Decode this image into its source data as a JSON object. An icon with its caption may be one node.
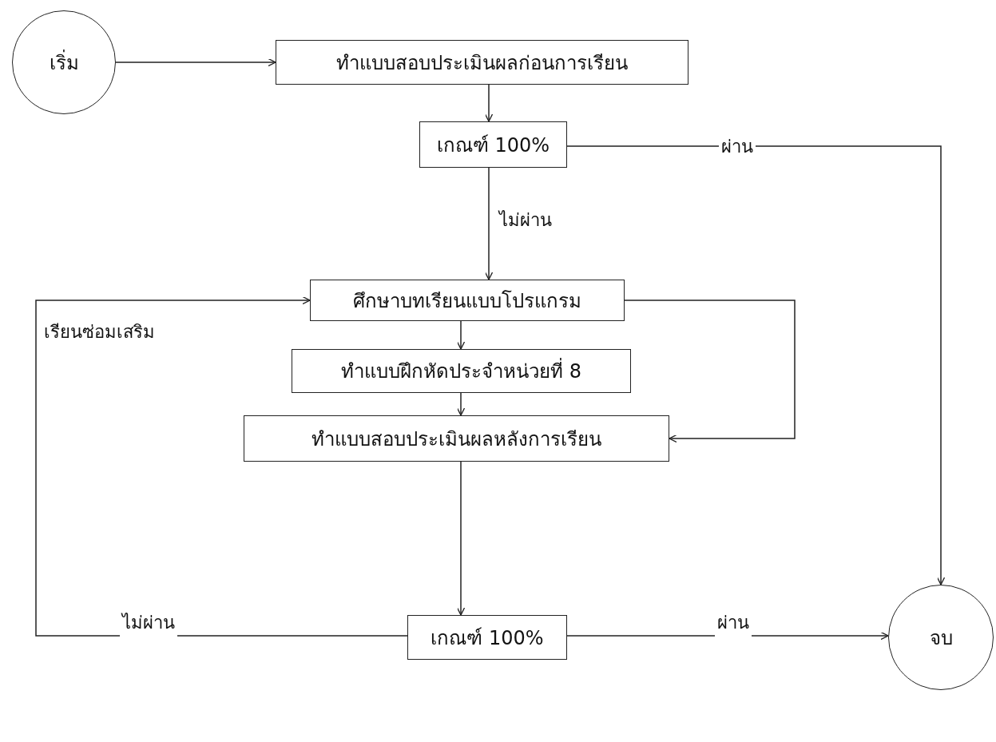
{
  "diagram": {
    "nodes": [
      {
        "text": [
          "เริ่ม"
        ]
      },
      {
        "text": [
          "ทำแบบสอบประเมินผลก่อนการเรียน"
        ]
      },
      {
        "text": [
          "เกณฑ์ 100%"
        ]
      },
      {
        "text": [
          "ศึกษาบทเรียนแบบโปรแกรม"
        ]
      },
      {
        "text": [
          "ทำแบบฝึกหัดประจำหน่วยที่ 8"
        ]
      },
      {
        "text": [
          "ทำแบบสอบประเมินผลหลังการเรียน"
        ]
      },
      {
        "text": [
          "เกณฑ์ 100%"
        ]
      },
      {
        "text": [
          "จบ"
        ]
      }
    ],
    "edges": [
      {
        "from": 0,
        "to": 1,
        "arrow": "to"
      },
      {
        "from": 1,
        "to": 2,
        "arrow": "to"
      },
      {
        "from": 2,
        "to": 7,
        "arrow": "to",
        "label": "ผ่าน"
      },
      {
        "from": 2,
        "to": 3,
        "arrow": "to",
        "label": "ไม่ผ่าน"
      },
      {
        "from": 3,
        "to": 4,
        "arrow": "to"
      },
      {
        "from": 3,
        "to": 5,
        "arrow": "to"
      },
      {
        "from": 4,
        "to": 5,
        "arrow": "to"
      },
      {
        "from": 5,
        "to": 6,
        "arrow": "to"
      },
      {
        "from": 6,
        "to": 7,
        "arrow": "to",
        "label": "ผ่าน"
      },
      {
        "from": 6,
        "to": 3,
        "arrow": "to",
        "label": "ไม่ผ่าน"
      }
    ],
    "labels": [
      "เรียนซ่อมเสริม"
    ]
  }
}
